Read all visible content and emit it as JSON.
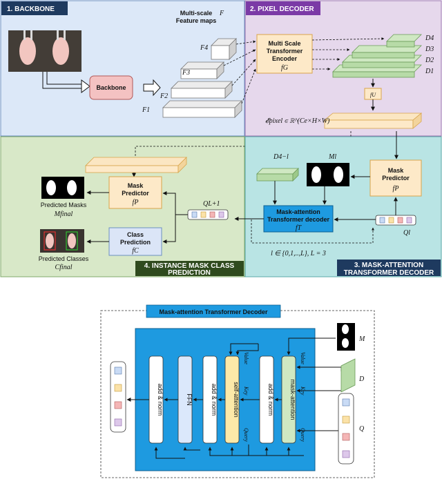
{
  "panels": {
    "backbone": "1. BACKBONE",
    "pixel_decoder": "2. PIXEL DECODER",
    "mask_attention_line1": "3. MASK-ATTENTION",
    "mask_attention_line2": "TRANSFORMER DECODER",
    "instance_line1": "4. INSTANCE MASK CLASS",
    "instance_line2": "PREDICTION"
  },
  "backbone": {
    "box_label": "Backbone",
    "feature_title_line1": "Multi-scale",
    "feature_title_line2": "Feature maps",
    "feature_symbol": "F",
    "levels": [
      "F4",
      "F3",
      "F2",
      "F1"
    ]
  },
  "pixel_decoder": {
    "encoder_line1": "Multi Scale",
    "encoder_line2": "Transformer",
    "encoder_line3": "Encoder",
    "encoder_symbol": "fG",
    "levels": [
      "D4",
      "D3",
      "D2",
      "D1"
    ],
    "upsample_symbol": "fU",
    "embedding_label": "𝓔pixel ∈ ℝ^(Ce×H×W)"
  },
  "decoder": {
    "mask_predictor_line1": "Mask",
    "mask_predictor_line2": "Predictor",
    "mask_predictor_symbol": "fP",
    "feature_label": "D4−l",
    "mask_label": "Ml",
    "transformer_line1": "Mask-attention",
    "transformer_line2": "Transformer decoder",
    "transformer_symbol": "fT",
    "query_label": "Ql",
    "loop_label": "l ∈ {0,1,..,L}, L = 3"
  },
  "instance": {
    "query_label": "QL+1",
    "mask_predictor_line1": "Mask",
    "mask_predictor_line2": "Predictor",
    "mask_predictor_symbol": "fP",
    "class_line1": "Class",
    "class_line2": "Prediction",
    "class_symbol": "fC",
    "predicted_masks": "Predicted Masks",
    "masks_symbol": "Mfinal",
    "predicted_classes": "Predicted Classes",
    "classes_symbol": "Cfinal"
  },
  "detail": {
    "title": "Mask-attention Transformer Decoder",
    "blocks": [
      "add & norm",
      "FFN",
      "add & norm",
      "self-attention",
      "add & norm",
      "mask-attention"
    ],
    "value_label": "Value",
    "key_label": "Key",
    "query_label": "Query",
    "m_label": "M",
    "d_label": "D",
    "q_label": "Q"
  },
  "colors": {
    "backbone_bg": "#dce8f8",
    "pixel_bg": "#e6d8ec",
    "decoder_bg": "#b9e4e4",
    "instance_bg": "#d8e8c8",
    "header_dark": "#1e3a5f",
    "panel2_header": "#7b3aa6",
    "panel4_header": "#2f4a1e",
    "detail_blue": "#1e9ae0",
    "orange_box": "#fde9c8",
    "green_feature": "#b7dba7",
    "purple_box": "#f4cccc"
  }
}
